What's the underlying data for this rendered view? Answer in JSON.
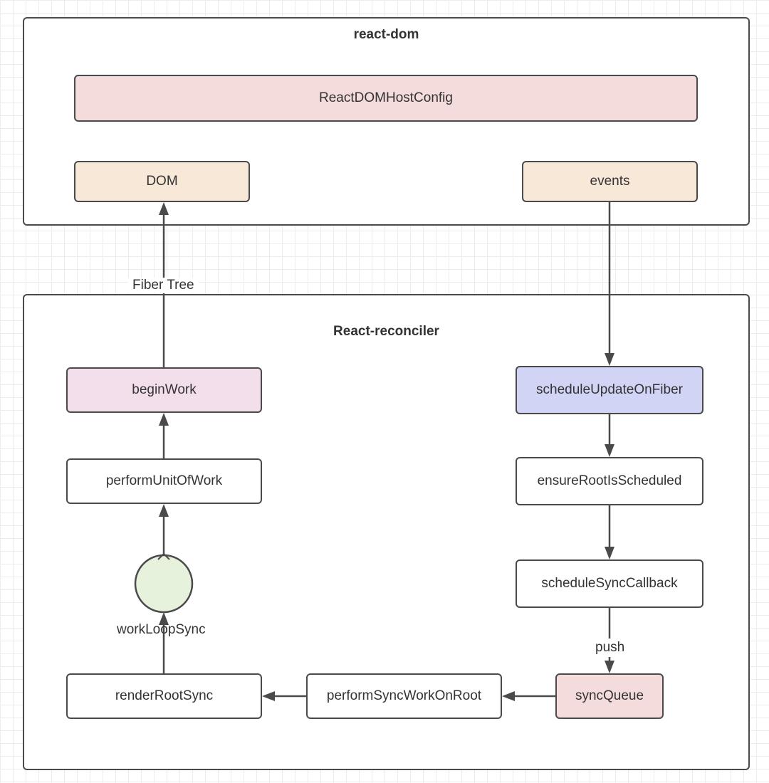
{
  "react_dom": {
    "title": "react-dom",
    "host_config": "ReactDOMHostConfig",
    "dom": "DOM",
    "events": "events"
  },
  "reconciler": {
    "title": "React-reconciler",
    "begin_work": "beginWork",
    "perform_unit_of_work": "performUnitOfWork",
    "work_loop_sync": "workLoopSync",
    "render_root_sync": "renderRootSync",
    "perform_sync_work_on_root": "performSyncWorkOnRoot",
    "sync_queue": "syncQueue",
    "schedule_sync_callback": "scheduleSyncCallback",
    "ensure_root_is_scheduled": "ensureRootIsScheduled",
    "schedule_update_on_fiber": "scheduleUpdateOnFiber"
  },
  "edge_labels": {
    "fiber_tree": "Fiber Tree",
    "push": "push"
  },
  "colors": {
    "host_config_fill": "#f5dcdc",
    "dom_events_fill": "#f8e8d8",
    "begin_work_fill": "#f3dfec",
    "schedule_update_fill": "#d2d4f5",
    "sync_queue_fill": "#f5dcdc",
    "work_loop_fill": "#e6f2dc",
    "stroke": "#4a4a4a"
  }
}
